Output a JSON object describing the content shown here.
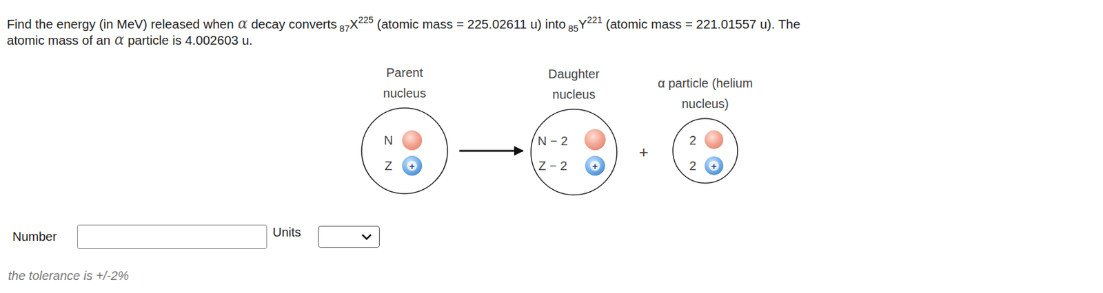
{
  "diagram": {
    "nodes": [
      {
        "text": [
          "Parent nucleus",
          "N",
          "Z",
          "+"
        ]
      },
      {
        "text": [
          "Daughter nucleus",
          "N − 2",
          "Z − 2",
          "+"
        ]
      },
      {
        "text": [
          "α particle (helium nucleus)",
          "2",
          "2",
          "+"
        ]
      }
    ],
    "edges": [
      {
        "from": 0,
        "to": 1,
        "arrow": "to"
      }
    ],
    "labels": [
      "Find the energy (in MeV) released when",
      "α",
      "decay converts",
      "87",
      "X",
      "225",
      "(atomic mass = 225.02611 u) into",
      "85",
      "Y",
      "221",
      "(atomic mass = 221.01557 u). The",
      "atomic mass of an",
      "α",
      "particle is 4.002603 u.",
      "+",
      "Number",
      "Units",
      "the tolerance is +/-2%"
    ]
  }
}
